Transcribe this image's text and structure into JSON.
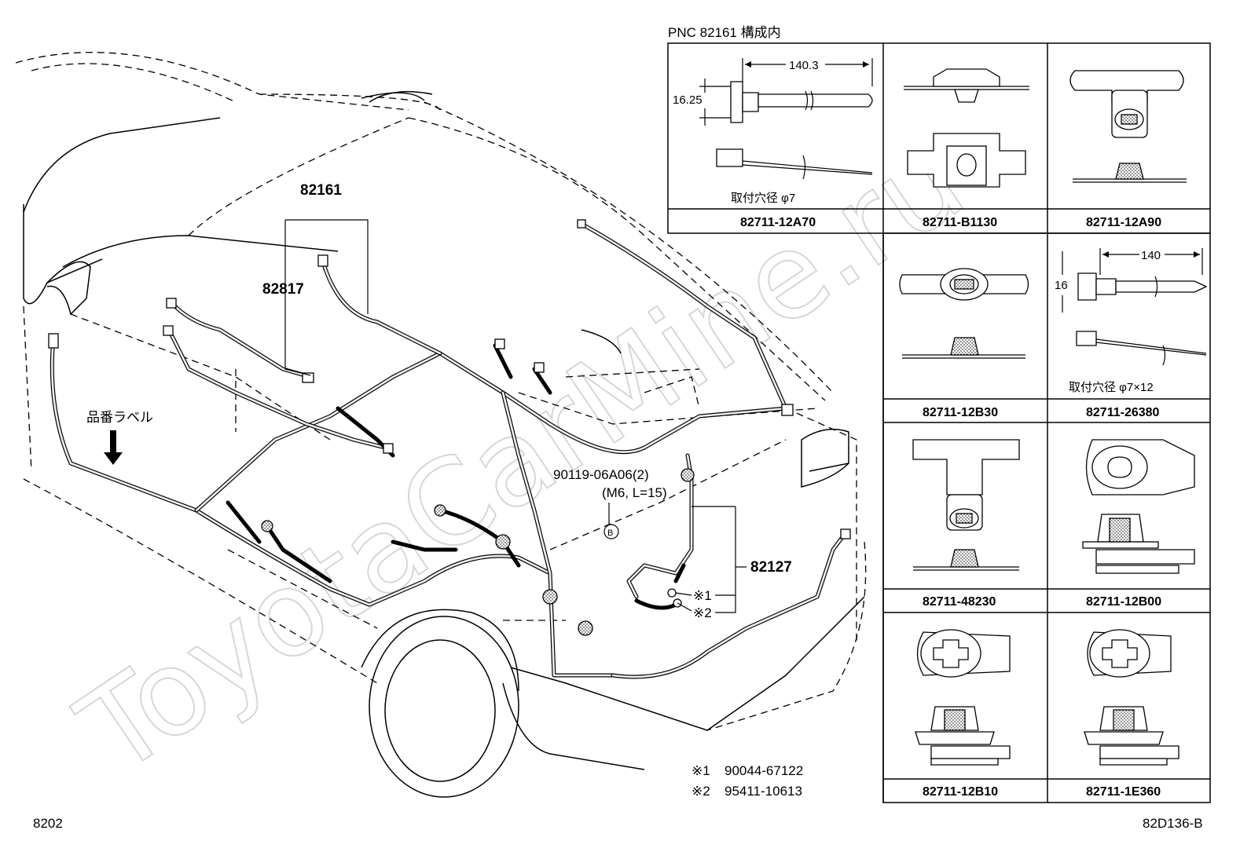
{
  "header_note": "PNC 82161 構成内",
  "main_labels": {
    "p82161": "82161",
    "p82817": "82817",
    "p82127": "82127",
    "bolt": "90119-06A06(2)",
    "bolt_spec": "(M6, L=15)",
    "bolt_marker": "B",
    "label_note": "品番ラベル",
    "mark1": "※1",
    "mark2": "※2"
  },
  "legend": [
    {
      "mark": "※1",
      "part": "90044-67122"
    },
    {
      "mark": "※2",
      "part": "95411-10613"
    }
  ],
  "clip_cells": [
    {
      "part": "82711-12A70",
      "dims": [
        "140.3",
        "16.25"
      ],
      "note": "取付穴径  φ7"
    },
    {
      "part": "82711-B1130"
    },
    {
      "part": "82711-12A90"
    },
    {
      "part": "82711-12B30"
    },
    {
      "part": "82711-26380",
      "dims": [
        "140",
        "16"
      ],
      "note": "取付穴径  φ7×12"
    },
    {
      "part": "82711-48230"
    },
    {
      "part": "82711-12B00"
    },
    {
      "part": "82711-12B10"
    },
    {
      "part": "82711-1E360"
    }
  ],
  "footer": {
    "left": "8202",
    "right": "82D136-B"
  },
  "watermark": "ToyotaCarMine.ru"
}
